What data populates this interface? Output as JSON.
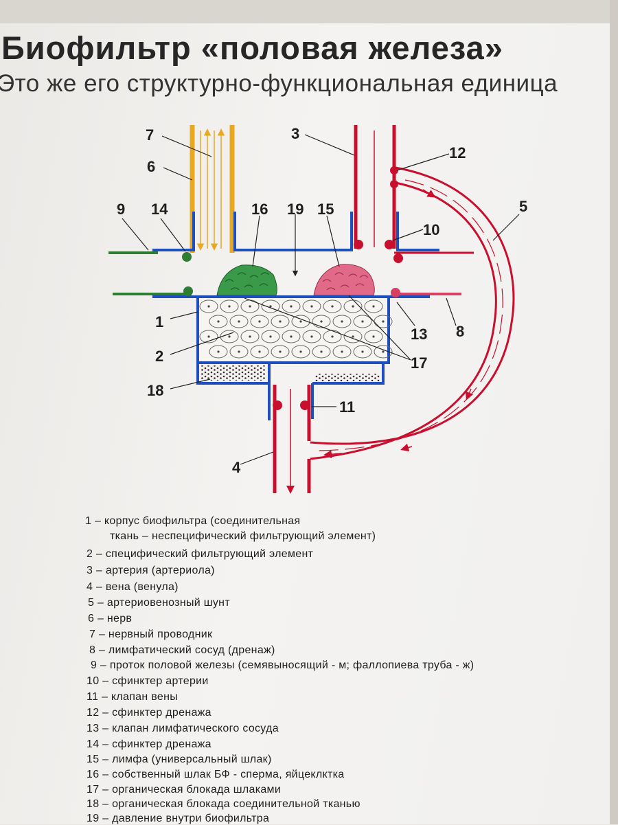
{
  "title": "Биофильтр «половая железа»",
  "subtitle": "Это же его структурно-функциональная единица",
  "diagram_labels": {
    "n1": "1",
    "n2": "2",
    "n3": "3",
    "n4": "4",
    "n5": "5",
    "n6": "6",
    "n7": "7",
    "n8": "8",
    "n9": "9",
    "n10": "10",
    "n11": "11",
    "n12": "12",
    "n13": "13",
    "n14": "14",
    "n15": "15",
    "n16": "16",
    "n17": "17",
    "n18": "18",
    "n19": "19"
  },
  "colors": {
    "artery": "#c8102e",
    "body_outline": "#1f4fbf",
    "nerve": "#e8a820",
    "duct": "#2e7d32",
    "sperm": "#3a9a4a",
    "lymph": "#e06a88",
    "lymph_vessel": "#d64062"
  },
  "legend": [
    "1 – корпус биофильтра (соединительная",
    "ткань – неспецифический фильтрующий элемент)",
    "2 – специфический фильтрующий элемент",
    "3 – артерия (артериола)",
    "4 – вена (венула)",
    "5 – артериовенозный шунт",
    "6 – нерв",
    "7 – нервный проводник",
    "8 – лимфатический сосуд (дренаж)",
    "9 – проток половой железы (семявыносящий - м; фаллопиева труба - ж)",
    "10 – сфинктер артерии",
    "11 – клапан вены",
    "12 – сфинктер дренажа",
    "13 – клапан лимфатического сосуда",
    "14 – сфинктер дренажа",
    "15 – лимфа (универсальный шлак)",
    "16 – собственный шлак БФ - сперма, яйцеклктка",
    "17 – органическая блокада шлаками",
    "18 – органическая блокада соединительной тканью",
    "19 – давление внутри биофильтра"
  ]
}
